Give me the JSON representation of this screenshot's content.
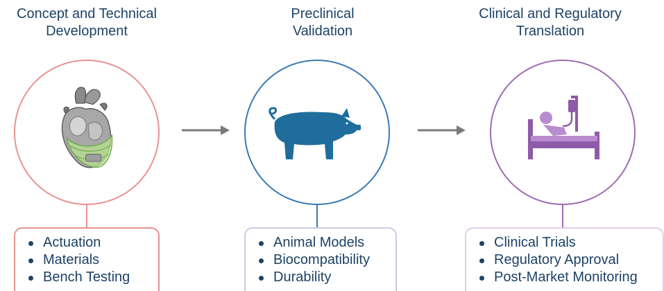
{
  "stages": [
    {
      "title_line1": "Concept and Technical",
      "title_line2": "Development",
      "color": "#e8938f",
      "icon": "heart-device-icon",
      "items": [
        "Actuation",
        "Materials",
        "Bench Testing"
      ]
    },
    {
      "title_line1": "Preclinical",
      "title_line2": "Validation",
      "color": "#3a78b2",
      "icon": "pig-icon",
      "items": [
        "Animal Models",
        "Biocompatibility",
        "Durability"
      ]
    },
    {
      "title_line1": "Clinical and Regulatory",
      "title_line2": "Translation",
      "color": "#9c6bb3",
      "icon": "patient-bed-icon",
      "items": [
        "Clinical Trials",
        "Regulatory Approval",
        "Post-Market Monitoring"
      ]
    }
  ],
  "arrow_color": "#7a7a7a",
  "box_border_color": "#c9cde3"
}
